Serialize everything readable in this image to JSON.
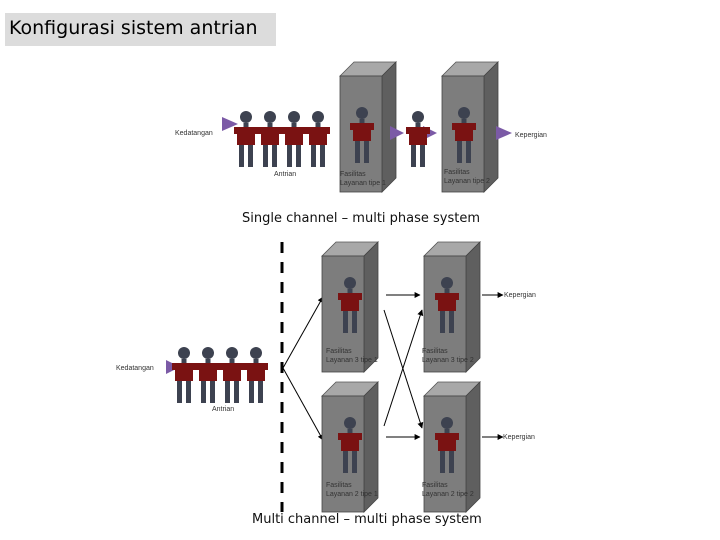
{
  "title": "Konfigurasi sistem antrian",
  "single": {
    "caption": "Single channel – multi phase system",
    "arrival": "Kedatangan",
    "queue": "Antrian",
    "exit": "Kepergian",
    "facility1": [
      "Fasilitas",
      "Layanan tipe 1"
    ],
    "facility2": [
      "Fasilitas",
      "Layanan tipe 2"
    ]
  },
  "multi": {
    "caption": "Multi channel – multi phase system",
    "arrival": "Kedatangan",
    "queue": "Antrian",
    "exit_top": "Kepergian",
    "exit_bottom": "Kepergian",
    "facility_3_1": [
      "Fasilitas",
      "Layanan 3 tipe 1"
    ],
    "facility_3_2": [
      "Fasilitas",
      "Layanan 3 tipe 2"
    ],
    "facility_2_1": [
      "Fasilitas",
      "Layanan 2 tipe 1"
    ],
    "facility_2_2": [
      "Fasilitas",
      "Layanan 2 tipe 2"
    ]
  },
  "colors": {
    "person_shirt": "#7a1212",
    "person_dark": "#3d4250",
    "booth": "#7d7d7d",
    "arrow": "#7b5aa6"
  }
}
